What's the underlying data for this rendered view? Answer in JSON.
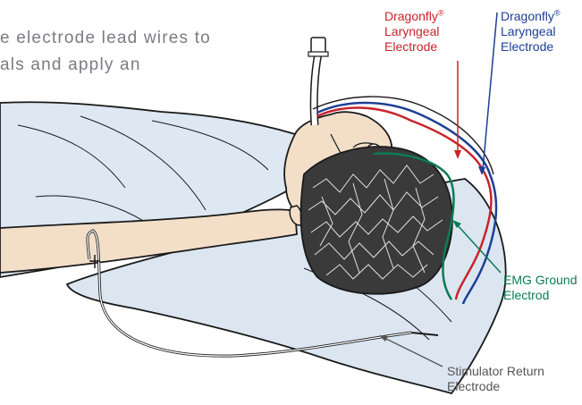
{
  "intro_text": {
    "line1": "e electrode lead wires to",
    "line2": "als and apply an"
  },
  "labels": {
    "laryngeal_red": {
      "line1": "Dragonfly",
      "mark": "®",
      "line2": "Laryngeal",
      "line3": "Electrode"
    },
    "laryngeal_blue": {
      "line1": "Dragonfly",
      "mark": "®",
      "line2": "Laryngeal",
      "line3": "Electrode"
    },
    "emg_ground": {
      "line1": "EMG Ground",
      "line2": "Electrod"
    },
    "stimulator_return": {
      "line1": "Stimulator Return",
      "line2": "Electrode"
    }
  },
  "colors": {
    "red_lead": "#c8242a",
    "blue_lead": "#1d3f94",
    "green_lead": "#0b7a55",
    "skin": "#f3dfc8",
    "sheet": "#dde8f3",
    "pillow": "#dbe6f1",
    "outline": "#1a1a1a"
  }
}
